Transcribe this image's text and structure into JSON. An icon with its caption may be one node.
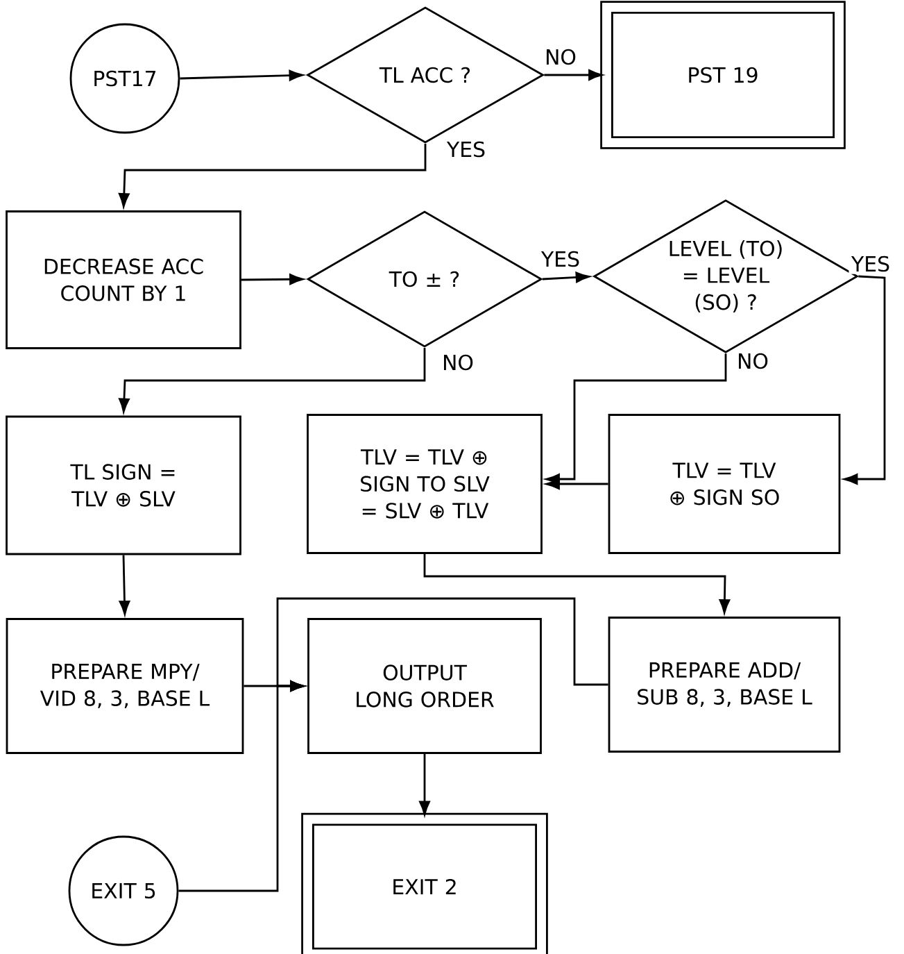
{
  "diagram": {
    "nodes": [
      {
        "text": [
          "PST17"
        ]
      },
      {
        "text": [
          "TL ACC ?"
        ]
      },
      {
        "text": [
          "PST 19"
        ]
      },
      {
        "text": [
          "DECREASE ACC COUNT BY 1"
        ]
      },
      {
        "text": [
          "TO ± ?"
        ]
      },
      {
        "text": [
          "LEVEL (TO) = LEVEL (SO) ?"
        ]
      },
      {
        "text": [
          "TL SIGN = TLV ⊕ SLV"
        ]
      },
      {
        "text": [
          "TLV = TLV ⊕ SIGN TO SLV = SLV ⊕ TLV"
        ]
      },
      {
        "text": [
          "TLV = TLV ⊕ SIGN SO"
        ]
      },
      {
        "text": [
          "PREPARE MPY/ VID 8, 3, BASE L"
        ]
      },
      {
        "text": [
          "OUTPUT LONG ORDER"
        ]
      },
      {
        "text": [
          "PREPARE ADD/ SUB 8, 3, BASE L"
        ]
      },
      {
        "text": [
          "EXIT 5"
        ]
      },
      {
        "text": [
          "EXIT 2"
        ]
      }
    ],
    "edges": [
      {
        "from": 0,
        "to": 1,
        "arrow": "to"
      },
      {
        "from": 1,
        "to": 2,
        "arrow": "to",
        "label": "NO"
      },
      {
        "from": 1,
        "to": 3,
        "arrow": "to",
        "label": "YES"
      },
      {
        "from": 3,
        "to": 4,
        "arrow": "to"
      },
      {
        "from": 4,
        "to": 5,
        "arrow": "to",
        "label": "YES"
      },
      {
        "from": 4,
        "to": 6,
        "arrow": "to",
        "label": "NO"
      },
      {
        "from": 5,
        "to": 8,
        "arrow": "to",
        "label": "YES"
      },
      {
        "from": 5,
        "to": 7,
        "arrow": "to",
        "label": "NO"
      },
      {
        "from": 8,
        "to": 7,
        "arrow": "to"
      },
      {
        "from": 6,
        "to": 9,
        "arrow": "to"
      },
      {
        "from": 7,
        "to": 11,
        "arrow": "to"
      },
      {
        "from": 9,
        "to": 10,
        "arrow": "to"
      },
      {
        "from": 11,
        "to": 10,
        "arrow": "to"
      },
      {
        "from": 12,
        "to": 10,
        "arrow": "to"
      },
      {
        "from": 10,
        "to": 13,
        "arrow": "to"
      }
    ]
  }
}
